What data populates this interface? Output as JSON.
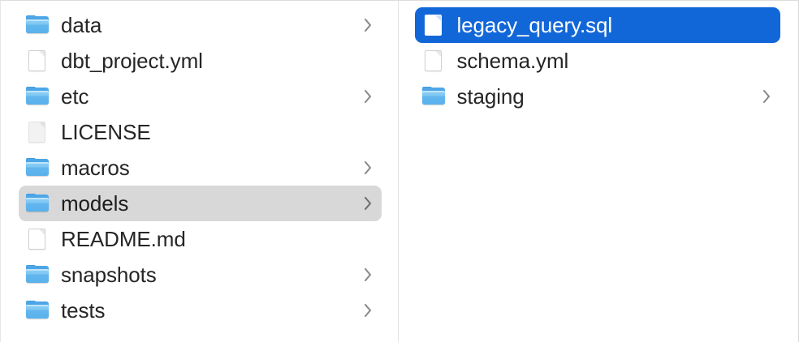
{
  "window": {
    "view": "column-view",
    "accent_color": "#1267d8",
    "highlight_color": "#d8d8d8",
    "text_color": "#262626",
    "divider_color": "#e3e3e3"
  },
  "columns": [
    {
      "name": "parent-column",
      "items": [
        {
          "label": "data",
          "kind": "folder",
          "icon": "folder-icon",
          "has_chevron": true,
          "state": "normal"
        },
        {
          "label": "dbt_project.yml",
          "kind": "file",
          "icon": "document-icon",
          "has_chevron": false,
          "state": "normal"
        },
        {
          "label": "etc",
          "kind": "folder",
          "icon": "folder-icon",
          "has_chevron": true,
          "state": "normal"
        },
        {
          "label": "LICENSE",
          "kind": "file",
          "icon": "plain-document-icon",
          "has_chevron": false,
          "state": "normal"
        },
        {
          "label": "macros",
          "kind": "folder",
          "icon": "folder-icon",
          "has_chevron": true,
          "state": "normal"
        },
        {
          "label": "models",
          "kind": "folder",
          "icon": "folder-icon",
          "has_chevron": true,
          "state": "highlighted"
        },
        {
          "label": "README.md",
          "kind": "file",
          "icon": "document-icon",
          "has_chevron": false,
          "state": "normal"
        },
        {
          "label": "snapshots",
          "kind": "folder",
          "icon": "folder-icon",
          "has_chevron": true,
          "state": "normal"
        },
        {
          "label": "tests",
          "kind": "folder",
          "icon": "folder-icon",
          "has_chevron": true,
          "state": "normal"
        }
      ]
    },
    {
      "name": "child-column",
      "items": [
        {
          "label": "legacy_query.sql",
          "kind": "file",
          "icon": "document-icon",
          "has_chevron": false,
          "state": "selected"
        },
        {
          "label": "schema.yml",
          "kind": "file",
          "icon": "document-icon",
          "has_chevron": false,
          "state": "normal"
        },
        {
          "label": "staging",
          "kind": "folder",
          "icon": "folder-icon",
          "has_chevron": true,
          "state": "normal"
        }
      ]
    }
  ]
}
